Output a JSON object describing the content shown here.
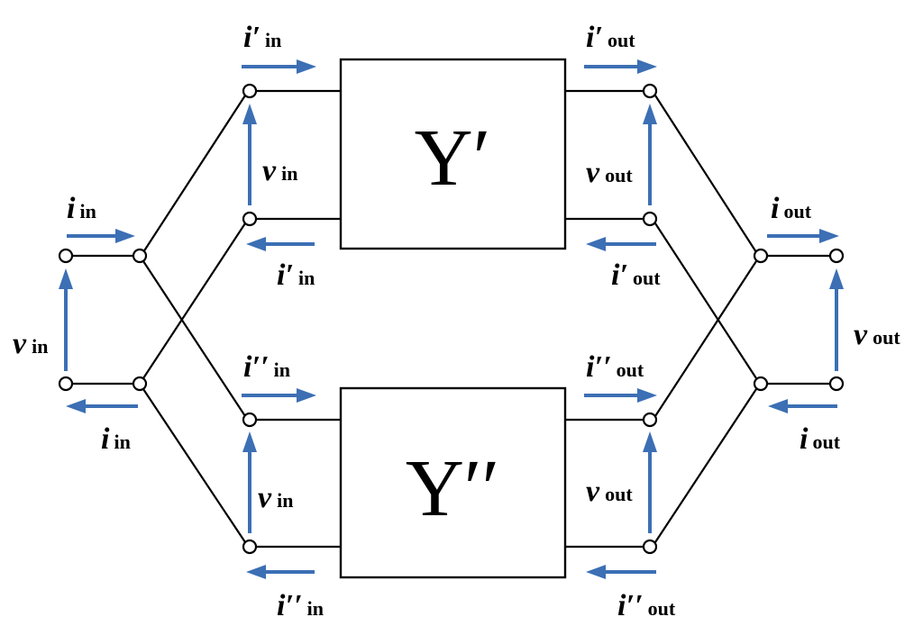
{
  "blocks": {
    "top": "Y′",
    "bottom": "Y′′"
  },
  "labels": {
    "i_in_left_top": {
      "main": "i",
      "sub": "in"
    },
    "v_in_left": {
      "main": "v",
      "sub": "in"
    },
    "i_in_left_bottom": {
      "main": "i",
      "sub": "in"
    },
    "ip_in_top": {
      "main": "i′",
      "sub": "in"
    },
    "v_in_top": {
      "main": "v",
      "sub": "in"
    },
    "ip_in_return": {
      "main": "i′",
      "sub": "in"
    },
    "ipp_in_top": {
      "main": "i′′",
      "sub": "in"
    },
    "v_in_bottom": {
      "main": "v",
      "sub": "in"
    },
    "ipp_in_return": {
      "main": "i′′",
      "sub": "in"
    },
    "ip_out_top": {
      "main": "i′",
      "sub": "out"
    },
    "v_out_top": {
      "main": "v",
      "sub": "out"
    },
    "ip_out_return": {
      "main": "i′",
      "sub": "out"
    },
    "ipp_out_top": {
      "main": "i′′",
      "sub": "out"
    },
    "v_out_bottom": {
      "main": "v",
      "sub": "out"
    },
    "ipp_out_return": {
      "main": "i′′",
      "sub": "out"
    },
    "i_out_right_top": {
      "main": "i",
      "sub": "out"
    },
    "v_out_right": {
      "main": "v",
      "sub": "out"
    },
    "i_out_right_bottom": {
      "main": "i",
      "sub": "out"
    }
  },
  "colors": {
    "arrow": "#3c6fb4",
    "line": "#000000"
  }
}
